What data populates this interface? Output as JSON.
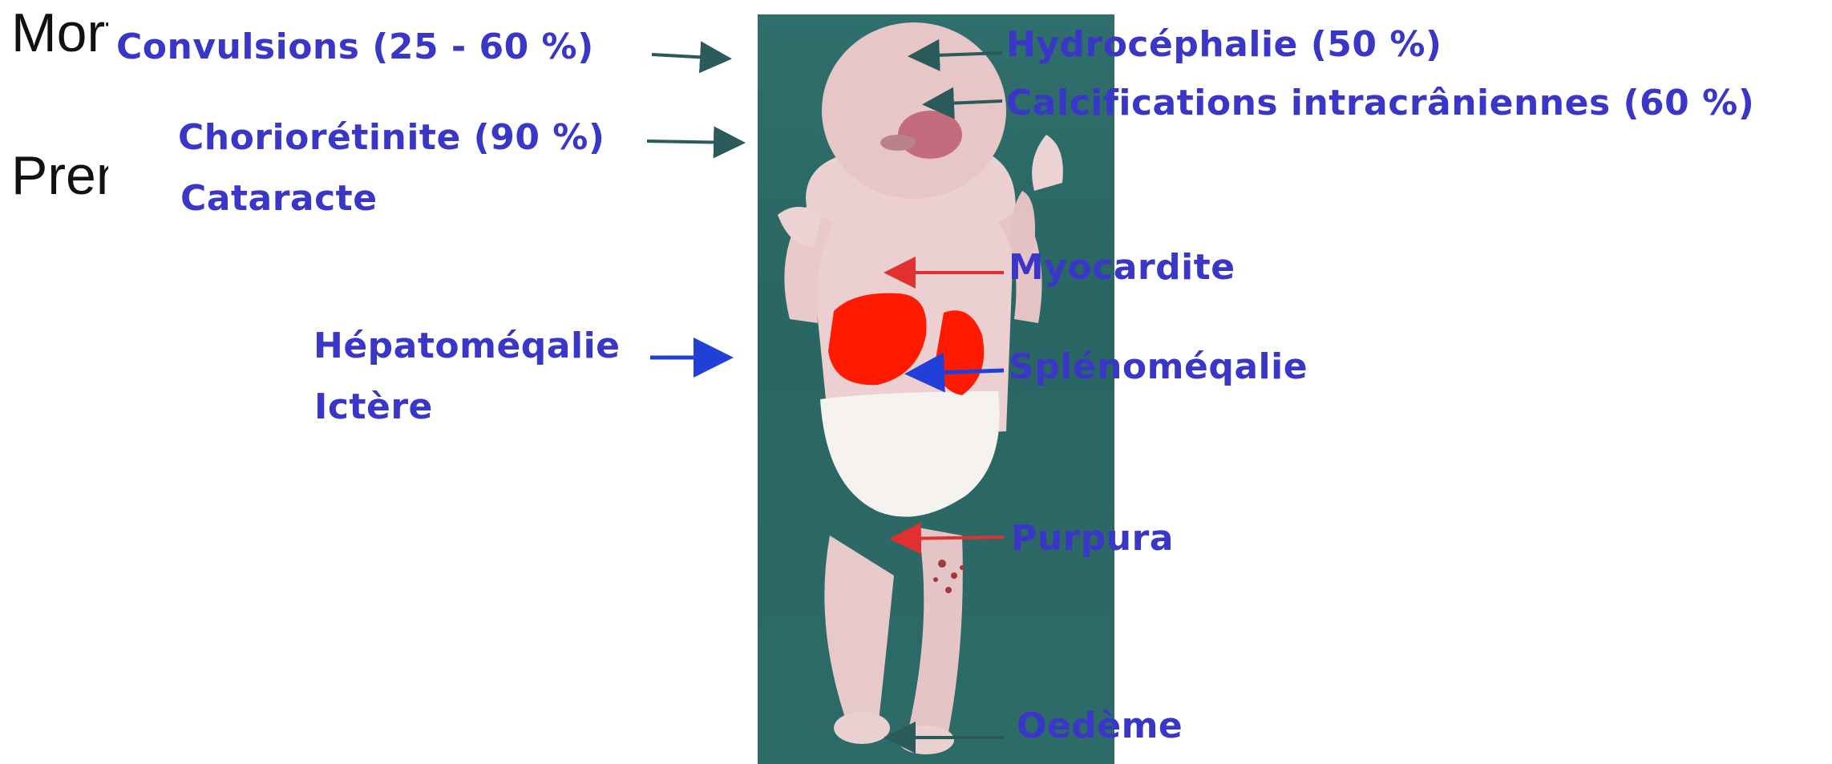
{
  "slide": {
    "line1": "Mort fœtale",
    "line2": "Prem"
  },
  "colors": {
    "label": "#3a36c8",
    "arrow_dark": "#2b5a5a",
    "arrow_red": "#e03030",
    "arrow_blue": "#2040d8",
    "organ": "#ff1a00",
    "background_photo": "#2d6b68"
  },
  "labels": {
    "convulsions": "Convulsions (25 - 60 %)",
    "chorioretinite": "Choriorétinite (90 %)",
    "cataracte": "Cataracte",
    "hepatomegalie": "Hépatoméqalie",
    "ictere": "Ictère",
    "hydrocephalie": "Hydrocéphalie (50 %)",
    "calcifications": "Calcifications intracrâniennes (60 %)",
    "myocardite": "Myocardite",
    "splenomegalie": "Splénoméqalie",
    "purpura": "Purpura",
    "oedeme": "Oedème"
  }
}
